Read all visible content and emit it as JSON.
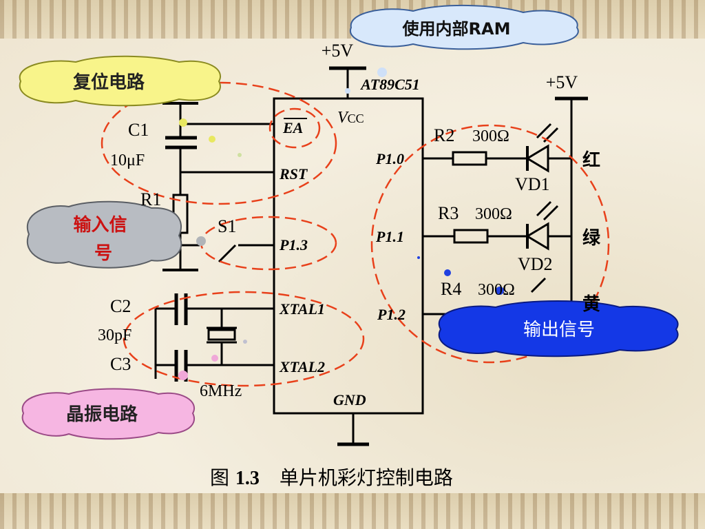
{
  "callouts": {
    "ram": "使用内部RAM",
    "reset": "复位电路",
    "input": "输入信号",
    "crystal": "晶振电路",
    "output": "输出信号"
  },
  "chip": {
    "vcc_top": "+5V",
    "name": "AT89C51",
    "vcc_label": "V",
    "vcc_sub": "CC",
    "pin_ea": "EA",
    "pin_rst": "RST",
    "pin_p13": "P1.3",
    "pin_xtal1": "XTAL1",
    "pin_xtal2": "XTAL2",
    "pin_gnd": "GND",
    "pin_p10": "P1.0",
    "pin_p11": "P1.1",
    "pin_p12": "P1.2"
  },
  "left": {
    "c1": "C1",
    "c1_val": "10μF",
    "r1": "R1",
    "s1": "S1",
    "c2": "C2",
    "c2_val": "30pF",
    "c3": "C3",
    "c3_val": "30pF",
    "xtal": "6MHz"
  },
  "right": {
    "vcc": "+5V",
    "r2": "R2",
    "r2_val": "300Ω",
    "r3": "R3",
    "r3_val": "300Ω",
    "r4": "R4",
    "r4_val": "300Ω",
    "vd1": "VD1",
    "vd2": "VD2",
    "color_red": "红",
    "color_green": "绿",
    "color_yellow": "黄"
  },
  "caption": {
    "fig": "图",
    "num": "1.3",
    "title": "单片机彩灯控制电路"
  }
}
